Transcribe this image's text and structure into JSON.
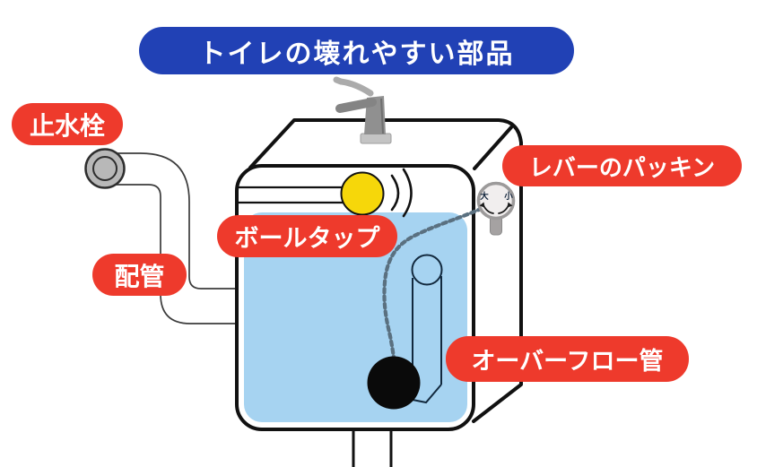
{
  "diagram": {
    "title": "トイレの壊れやすい部品",
    "labels": {
      "stop_valve": "止水栓",
      "piping": "配管",
      "ball_tap": "ボールタップ",
      "lever_packing": "レバーのパッキン",
      "overflow_pipe": "オーバーフロー管"
    },
    "lever_dial": {
      "big_flush": "大",
      "small_flush": "小"
    }
  },
  "colors": {
    "title_bg": "#2141b5",
    "badge_bg": "#ee3a2c",
    "label_text": "#ffffff",
    "water": "#a6d3f1",
    "float_ball_yellow": "#f6d70a",
    "flapper_ball_black": "#0a0a0a",
    "outline_black": "#111111",
    "metal_gray": "#b8b8b8",
    "chain_slate": "#5a7080"
  }
}
